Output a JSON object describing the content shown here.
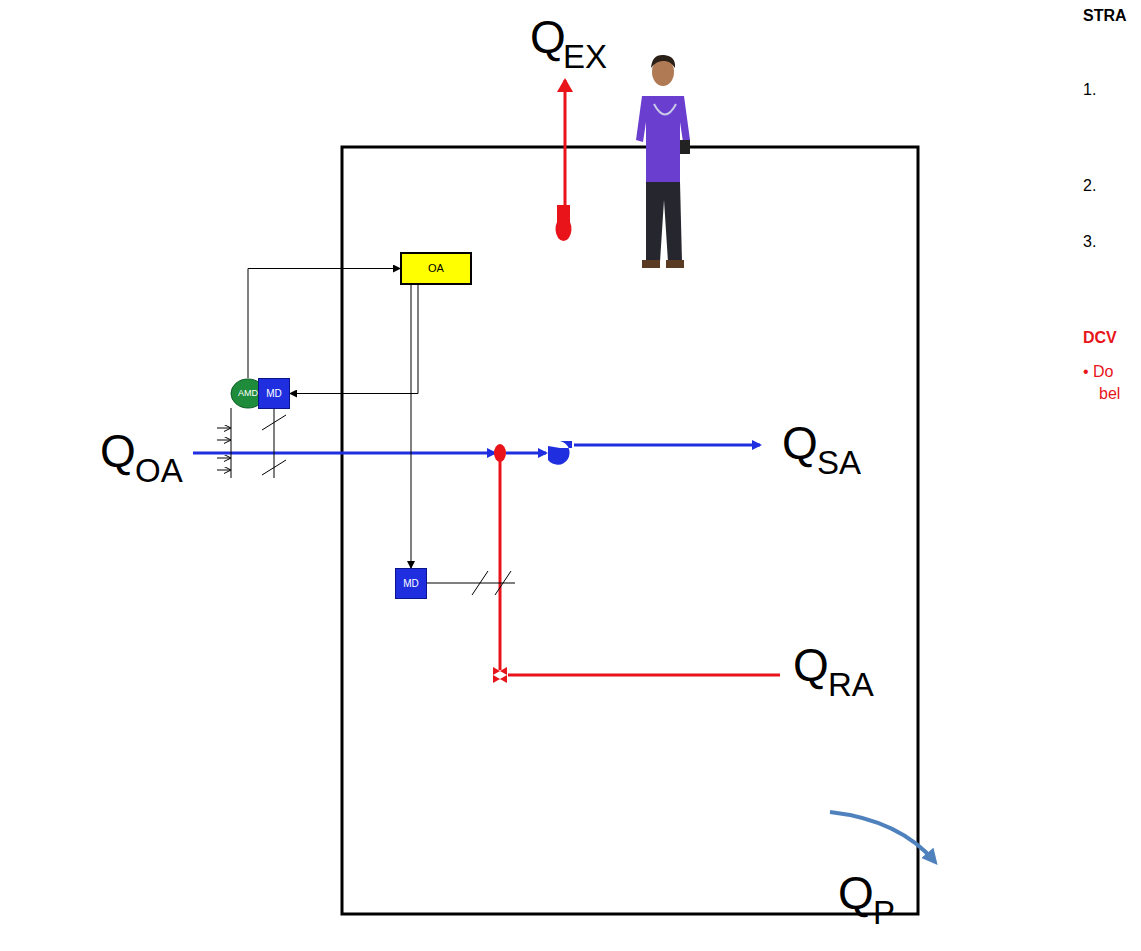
{
  "diagram": {
    "nodes": [
      {
        "text": [
          "OA"
        ]
      },
      {
        "text": [
          "AMD"
        ]
      },
      {
        "text": [
          "MD"
        ]
      },
      {
        "text": [
          "MD"
        ]
      }
    ],
    "edges": [
      {
        "from": 1,
        "to": 0,
        "arrow": "to"
      },
      {
        "from": 0,
        "to": 2,
        "arrow": "to"
      },
      {
        "from": 0,
        "to": 3,
        "arrow": "to"
      }
    ],
    "labels": [
      "Q",
      "EX",
      "Q",
      "OA",
      "Q",
      "SA",
      "Q",
      "RA",
      "Q",
      "P",
      "STRA",
      "1.",
      "2.",
      "3.",
      "DCV",
      "• Do",
      "bel"
    ]
  }
}
